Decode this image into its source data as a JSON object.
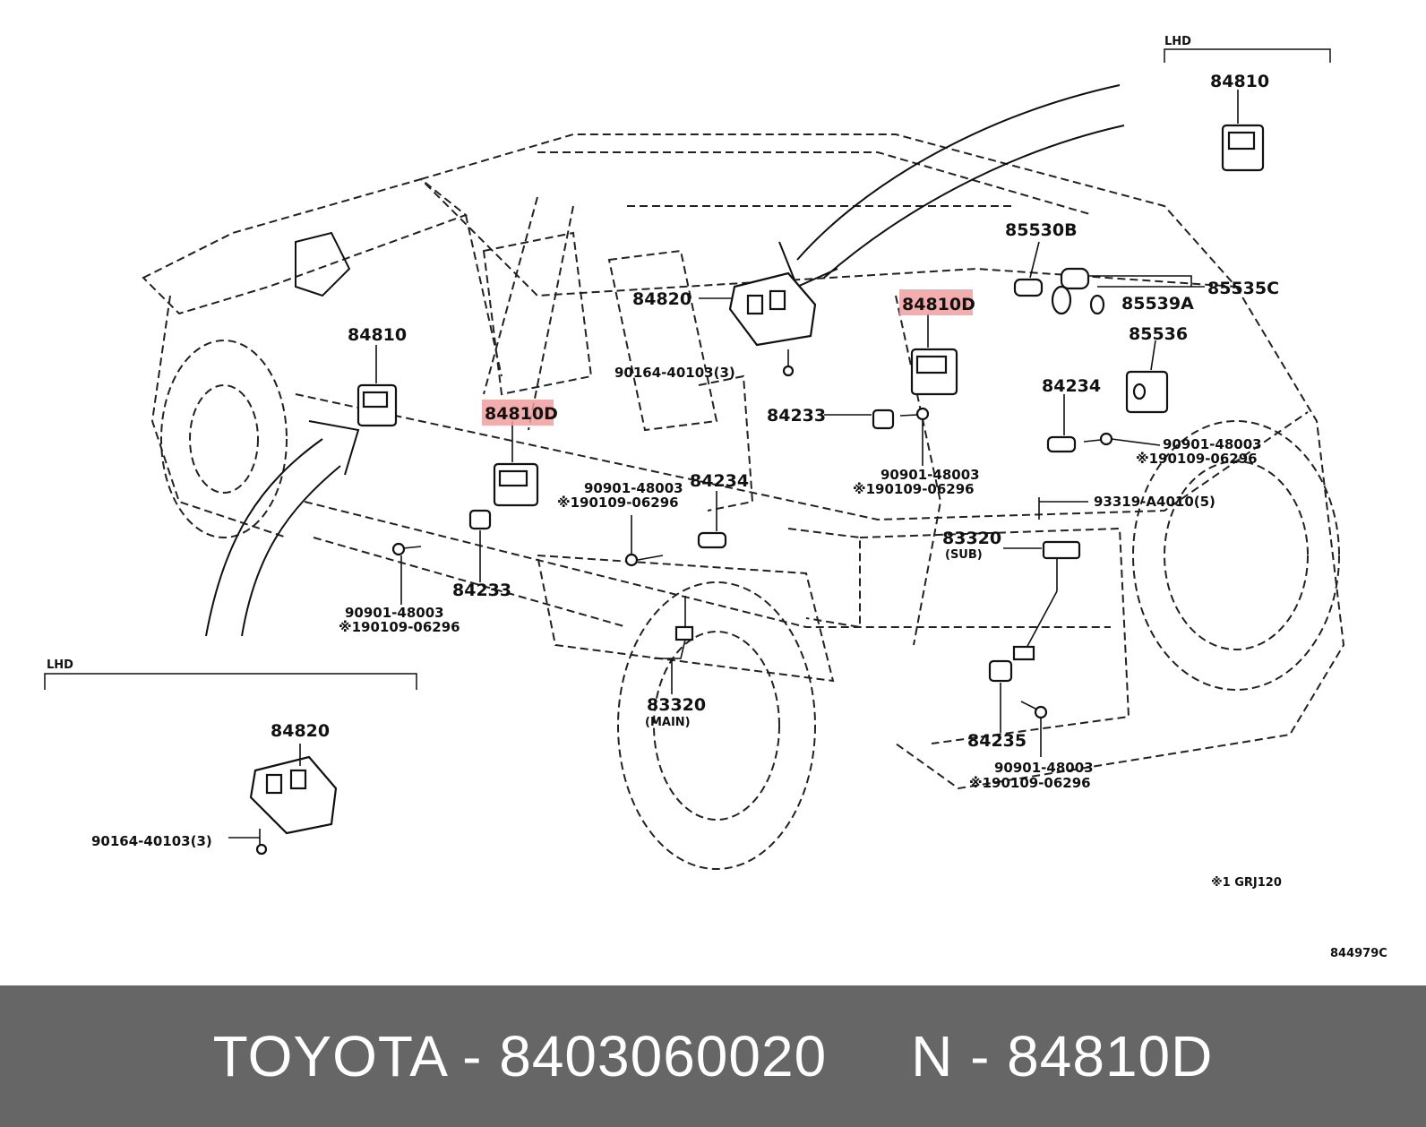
{
  "diagram": {
    "callouts": {
      "lhd_top": "LHD",
      "lhd_bottom": "LHD",
      "p84810_top": "84810",
      "p84810_left": "84810",
      "p84810d_center": "84810D",
      "p84810d_right": "84810D",
      "p84820_center": "84820",
      "p84820_bottom": "84820",
      "p85530b": "85530B",
      "p85535c": "85535C",
      "p85539a": "85539A",
      "p85536": "85536",
      "p84234_right": "84234",
      "p84234_center": "84234",
      "p84233_right": "84233",
      "p84233_left": "84233",
      "p84235": "84235",
      "p83320_sub": "83320",
      "sub_tag": "(SUB)",
      "p83320_main": "83320",
      "main_tag": "(MAIN)",
      "bolt_90164_center": "90164-40103(3)",
      "bolt_90164_bottom": "90164-40103(3)",
      "bolt_93319": "93319-A4010(5)",
      "screw_a_1": "90901-48003",
      "screw_a_2": "※190109-06296",
      "screw_b_1": "90901-48003",
      "screw_b_2": "※190109-06296",
      "screw_c_1": "90901-48003",
      "screw_c_2": "※190109-06296",
      "screw_d_1": "90901-48003",
      "screw_d_2": "※190109-06296",
      "screw_e_1": "90901-48003",
      "screw_e_2": "※190109-06296",
      "note": "※1 GRJ120",
      "drawing_number": "844979C"
    }
  },
  "footer": {
    "text": "TOYOTA - 8403060020     N - 84810D"
  },
  "colors": {
    "footer_bg": "#666666",
    "highlight": "#f0a0a0"
  }
}
